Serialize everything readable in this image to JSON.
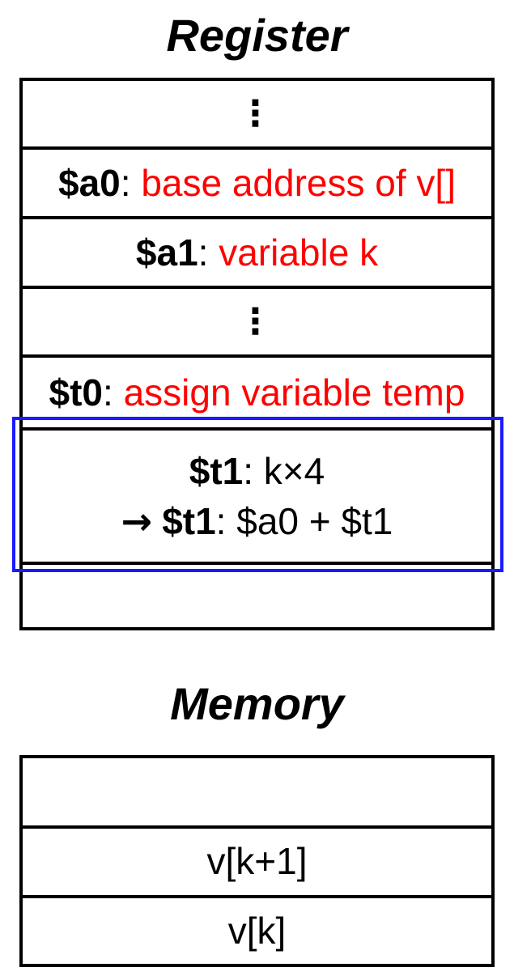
{
  "colors": {
    "accent_red": "#ff0000",
    "highlight_blue": "#1a1aff",
    "line_black": "#000000"
  },
  "register": {
    "title": "Register",
    "ellipsis_glyph": "⋮",
    "rows": {
      "a0": {
        "reg": "$a0",
        "sep": ": ",
        "desc": "base address of v[]"
      },
      "a1": {
        "reg": "$a1",
        "sep": ": ",
        "desc": "variable k"
      },
      "t0": {
        "reg": "$t0",
        "sep": ": ",
        "desc": "assign variable temp"
      },
      "t1": {
        "line1": {
          "reg": "$t1",
          "sep": ": ",
          "expr": "k×4"
        },
        "line2": {
          "arrow": "→",
          "reg": "$t1",
          "sep": ": ",
          "expr": "$a0 + $t1"
        }
      }
    }
  },
  "memory": {
    "title": "Memory",
    "rows": {
      "top": "",
      "mid": "v[k+1]",
      "bottom": "v[k]"
    }
  }
}
